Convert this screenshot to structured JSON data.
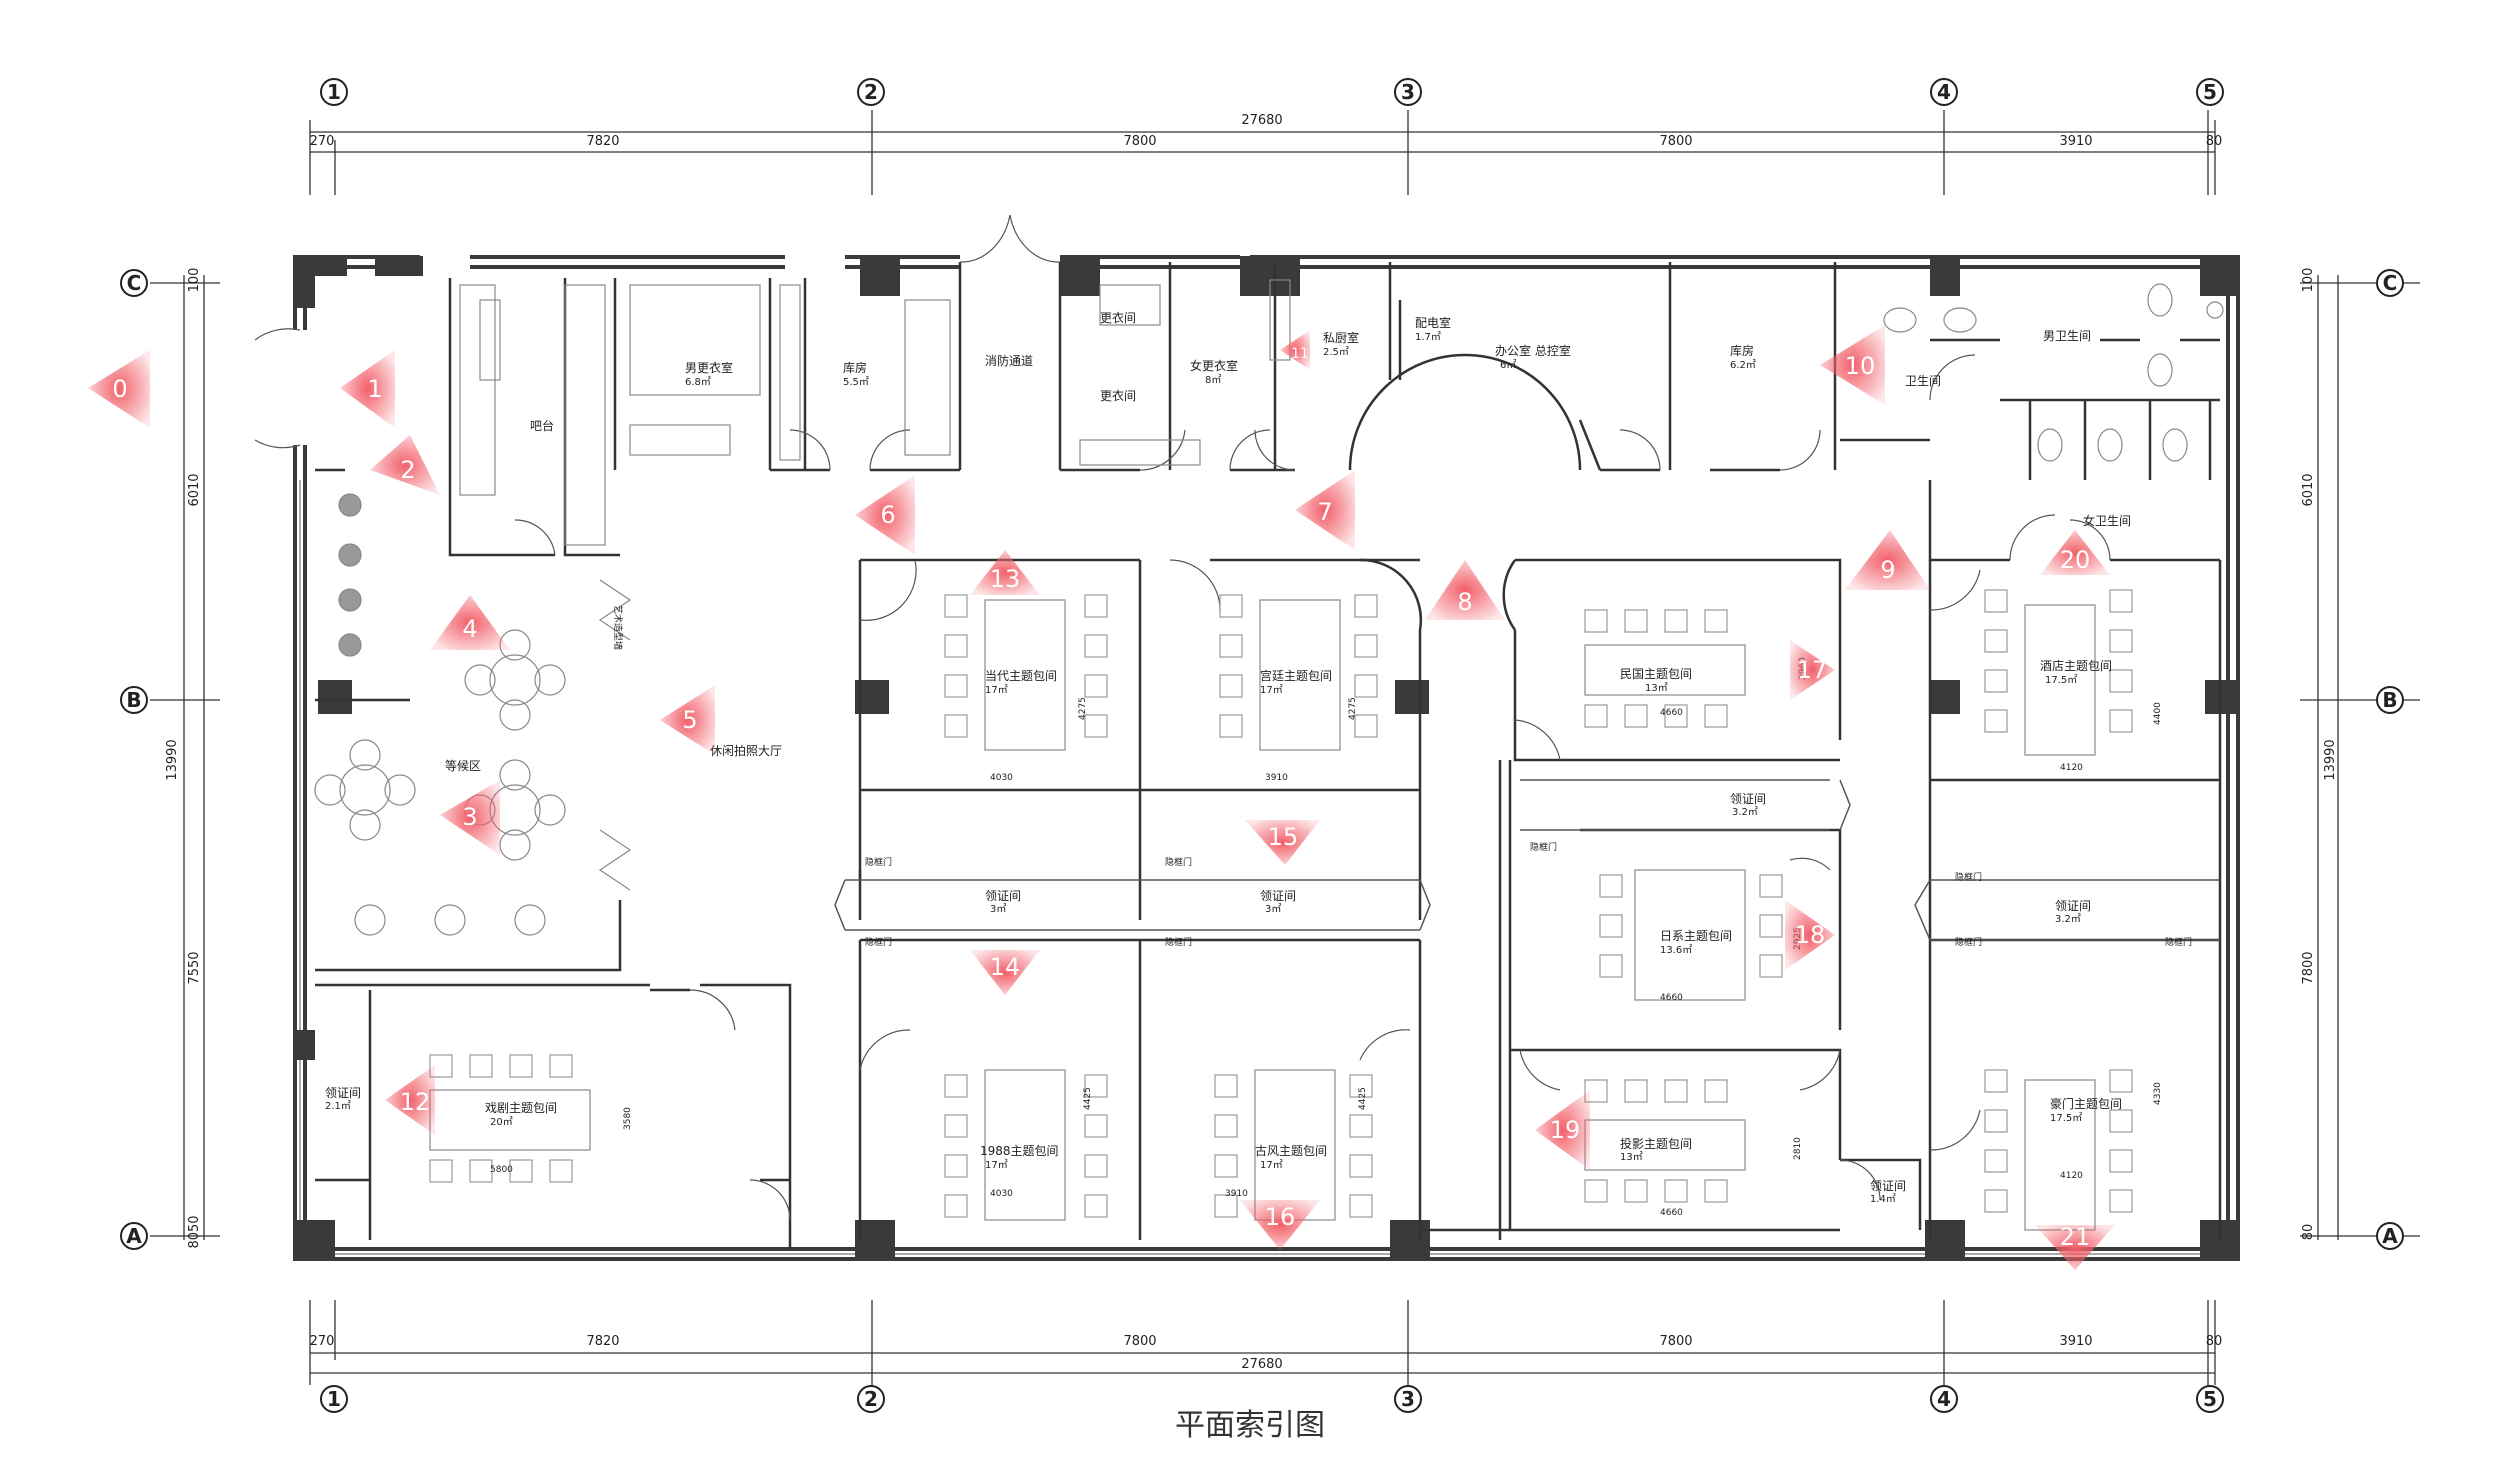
{
  "title": "平面索引图",
  "axes": {
    "columns": [
      "1",
      "2",
      "3",
      "4",
      "5"
    ],
    "rows": [
      "C",
      "B",
      "A"
    ]
  },
  "dimensions": {
    "total_width": "27680",
    "segments": [
      "270",
      "7820",
      "7800",
      "7800",
      "3910",
      "80"
    ],
    "left_total": "13990",
    "left_segments": [
      "100",
      "6010",
      "7550",
      "8050"
    ],
    "right_total": "13990",
    "right_segments": [
      "100",
      "6010",
      "7800",
      "80"
    ]
  },
  "rooms": {
    "bar": "吧台",
    "male_locker": "男更衣室",
    "male_locker_area": "6.8㎡",
    "store1": "库房",
    "store1_area": "5.5㎡",
    "fire_passage": "消防通道",
    "changing1": "更衣间",
    "changing2": "更衣间",
    "female_locker": "女更衣室",
    "female_locker_area": "8㎡",
    "private_kitchen": "私厨室",
    "private_kitchen_area": "2.5㎡",
    "power_room": "配电室",
    "power_room_area": "1.7㎡",
    "office": "办公室 总控室",
    "office_area": "6㎡",
    "store2": "库房",
    "store2_area": "6.2㎡",
    "toilet": "卫生间",
    "male_wc": "男卫生间",
    "female_wc": "女卫生间",
    "waiting": "等候区",
    "lobby": "休闲拍照大厅",
    "room_modern": "当代主题包间",
    "room_modern_area": "17㎡",
    "room_palace": "宫廷主题包间",
    "room_palace_area": "17㎡",
    "room_republic": "民国主题包间",
    "room_republic_area": "13㎡",
    "room_hotel": "酒店主题包间",
    "room_hotel_area": "17.5㎡",
    "cert1": "领证间",
    "cert1_area": "3㎡",
    "cert2": "领证间",
    "cert2_area": "3㎡",
    "cert3": "领证间",
    "cert3_area": "3.2㎡",
    "cert4": "领证间",
    "cert4_area": "3.2㎡",
    "room_japan": "日系主题包间",
    "room_japan_area": "13.6㎡",
    "cert5": "领证间",
    "cert5_area": "2.1㎡",
    "room_opera": "戏剧主题包间",
    "room_opera_area": "20㎡",
    "room_1988": "1988主题包间",
    "room_1988_area": "17㎡",
    "room_ancient": "古风主题包间",
    "room_ancient_area": "17㎡",
    "room_film": "投影主题包间",
    "room_film_area": "13㎡",
    "cert6": "领证间",
    "cert6_area": "1.4㎡",
    "room_rich": "豪门主题包间",
    "room_rich_area": "17.5㎡",
    "hidden_door": "隐框门",
    "mirror_wall": "艺术造型墙"
  },
  "inner_dims": {
    "d4030a": "4030",
    "d4275a": "4275",
    "d3910a": "3910",
    "d4275b": "4275",
    "d4660a": "4660",
    "d2960": "2960",
    "d4120a": "4120",
    "d4400": "4400",
    "d4660b": "4660",
    "d2925": "2925",
    "d5800": "5800",
    "d3580": "3580",
    "d4030b": "4030",
    "d4425a": "4425",
    "d3910b": "3910",
    "d4425b": "4425",
    "d4660c": "4660",
    "d2810": "2810",
    "d4120b": "4120",
    "d4330": "4330"
  },
  "viewpoints": [
    "0",
    "1",
    "2",
    "3",
    "4",
    "5",
    "6",
    "7",
    "8",
    "9",
    "10",
    "11",
    "12",
    "13",
    "14",
    "15",
    "16",
    "17",
    "18",
    "19",
    "20",
    "21"
  ],
  "colors": {
    "wall": "#3a3a3a",
    "viewpoint": "#f2606a",
    "line": "#222222",
    "furniture": "#888888"
  }
}
